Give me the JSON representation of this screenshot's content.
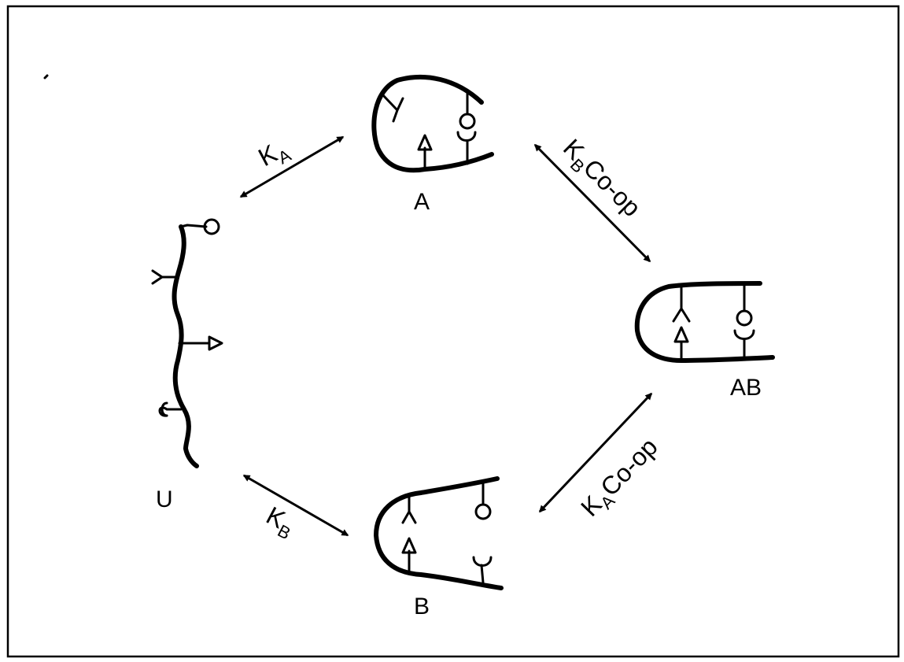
{
  "states": {
    "u": "U",
    "a": "A",
    "b": "B",
    "ab": "AB"
  },
  "equilibria": {
    "ka": {
      "main": "K",
      "sub": "A"
    },
    "kb": {
      "main": "K",
      "sub": "B"
    },
    "kb_coop": {
      "main": "K",
      "sub": "B",
      "suffix": "Co-op"
    },
    "ka_coop": {
      "main": "K",
      "sub": "A",
      "suffix": "Co-op"
    }
  }
}
